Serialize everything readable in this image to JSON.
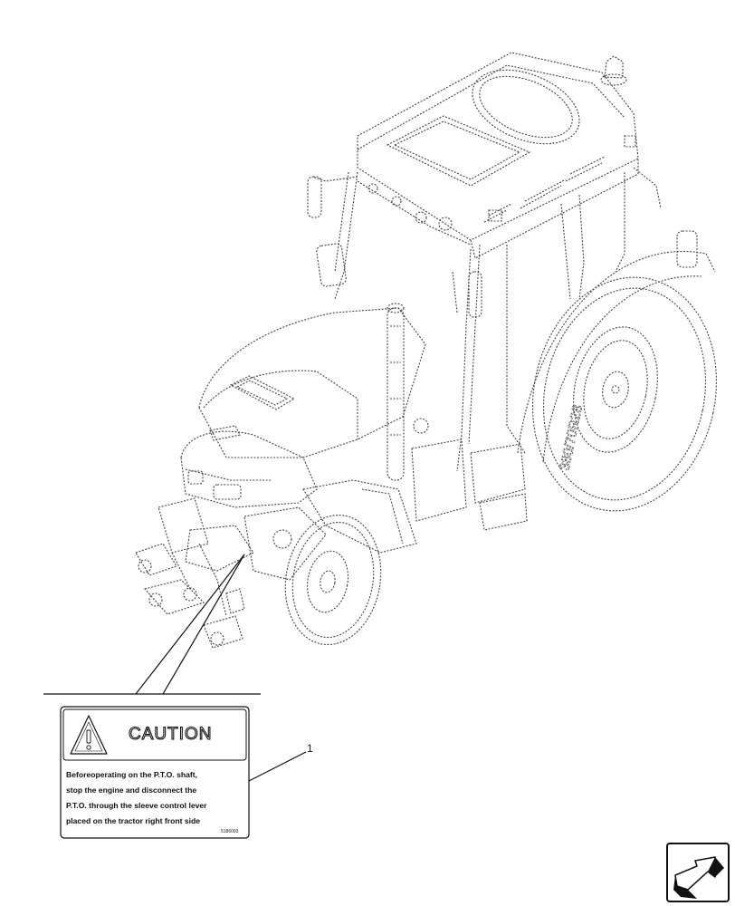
{
  "label": {
    "heading": "CAUTION",
    "lines": [
      "Beforeoperating on the P.T.O. shaft,",
      "stop the engine and disconnect the",
      "P.T.O. through the sleeve control lever",
      "placed on the tractor right front side"
    ],
    "part_code": "5186093"
  },
  "callout_number": "1",
  "tire_marking": "380/70R28",
  "icons": {
    "warning": "warning-triangle-icon",
    "navigation": "next-page-arrow-icon"
  }
}
